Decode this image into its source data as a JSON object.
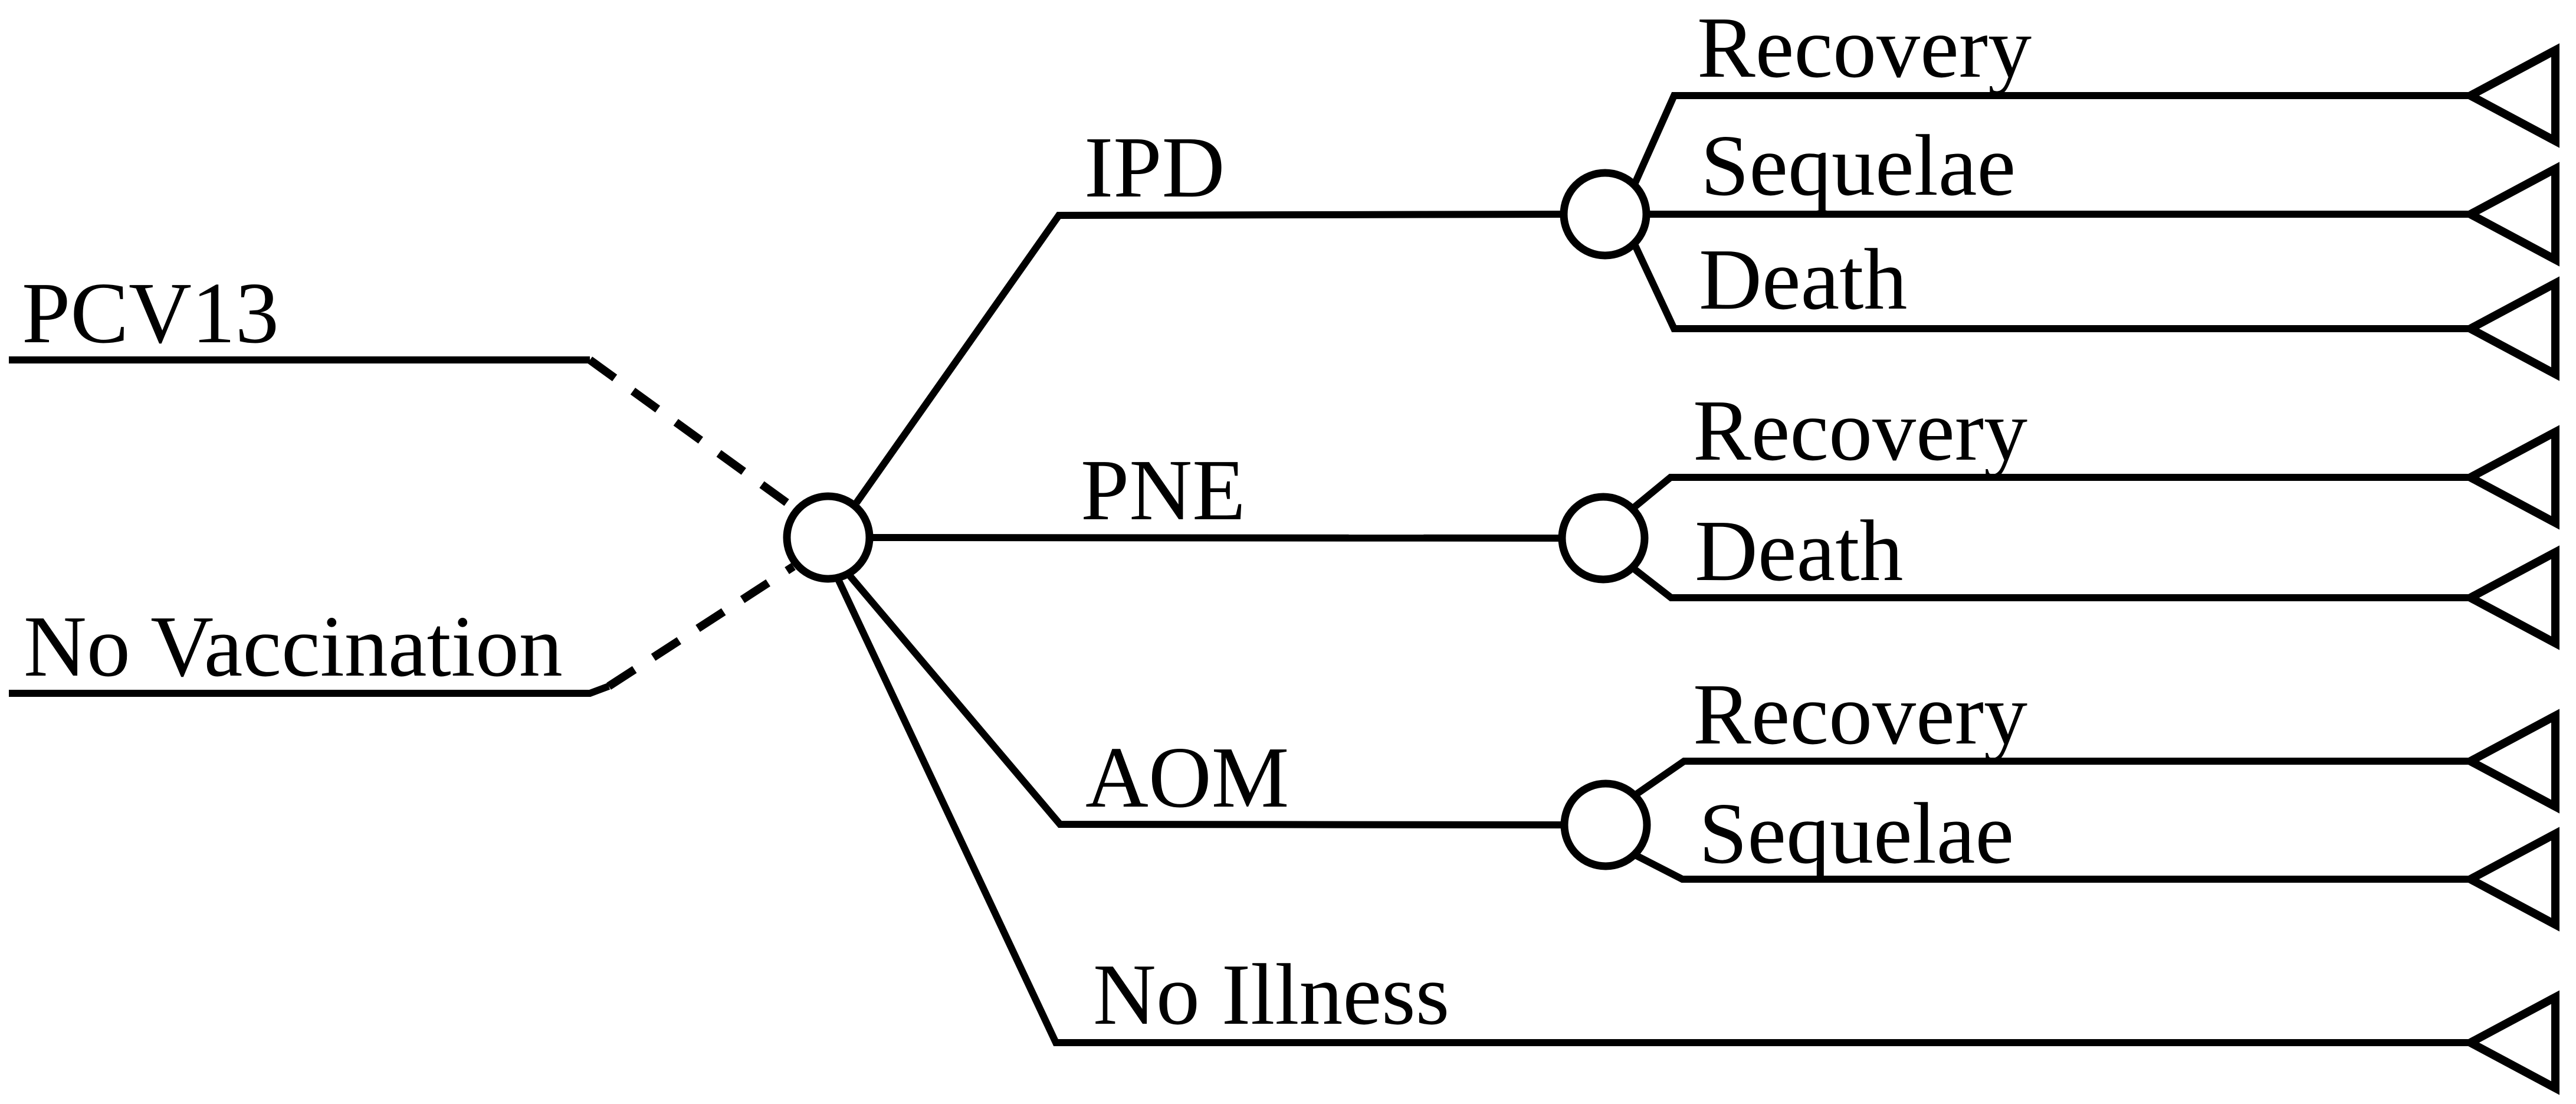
{
  "diagram": {
    "type": "decision-tree",
    "colors": {
      "line": "#000000",
      "background": "#ffffff"
    },
    "node_symbols": {
      "chance_node": "circle-icon",
      "terminal_node": "triangle-icon"
    },
    "strategies": [
      {
        "label": "PCV13"
      },
      {
        "label": "No Vaccination"
      }
    ],
    "branches": [
      {
        "label": "IPD",
        "outcomes": [
          "Recovery",
          "Sequelae",
          "Death"
        ]
      },
      {
        "label": "PNE",
        "outcomes": [
          "Recovery",
          "Death"
        ]
      },
      {
        "label": "AOM",
        "outcomes": [
          "Recovery",
          "Sequelae"
        ]
      },
      {
        "label": "No Illness",
        "outcomes": []
      }
    ]
  }
}
